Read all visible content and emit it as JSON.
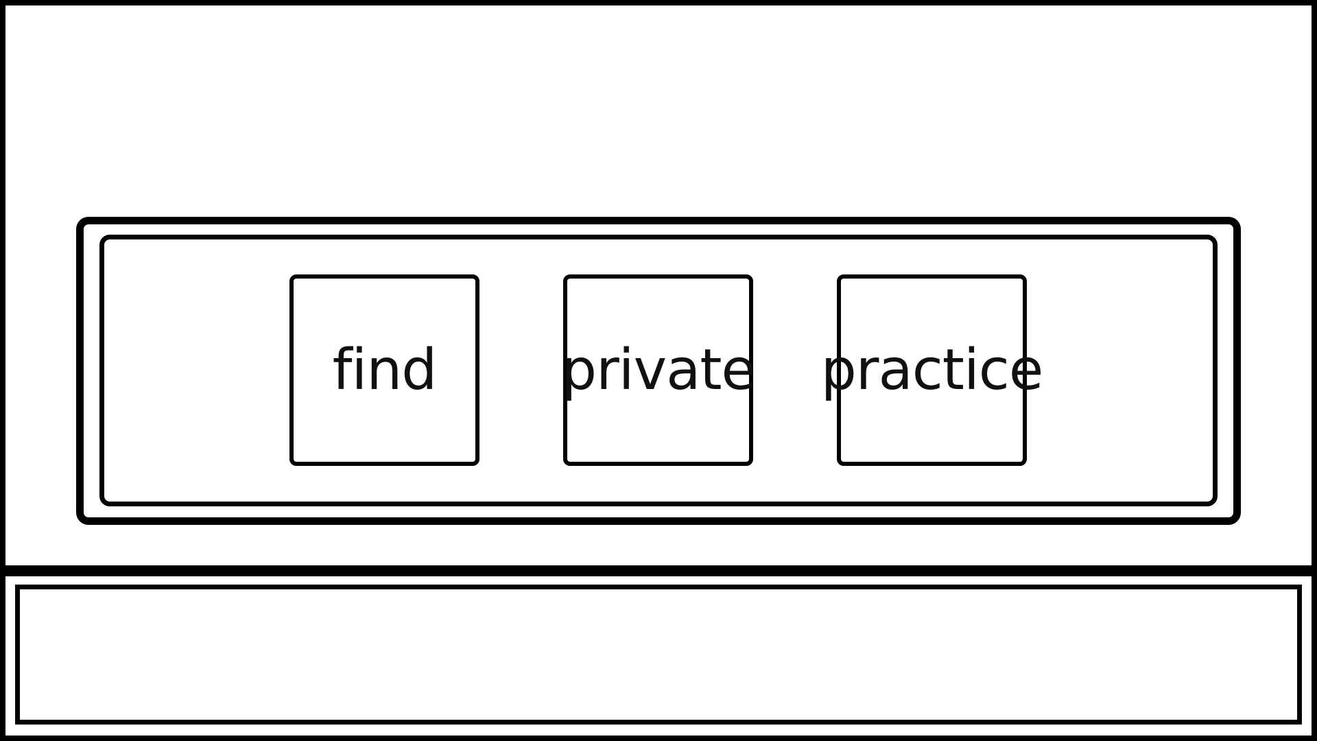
{
  "word_bank": {
    "cards": [
      {
        "word": "find"
      },
      {
        "word": "private"
      },
      {
        "word": "practice"
      }
    ]
  },
  "answer_area": {
    "words": []
  }
}
